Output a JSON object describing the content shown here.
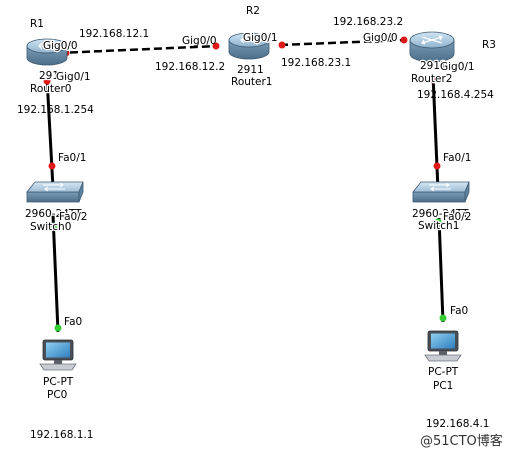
{
  "devices": {
    "router0": {
      "tag": "R1",
      "model": "2911",
      "name": "Router0",
      "port_left": "Gig0/0",
      "port_down": "Gig0/1"
    },
    "router1": {
      "tag": "R2",
      "model": "2911",
      "name": "Router1",
      "port_left": "Gig0/0",
      "port_right": "Gig0/1"
    },
    "router2": {
      "tag": "R3",
      "model": "2911",
      "name": "Router2",
      "port_left": "Gig0/0",
      "port_down": "Gig0/1"
    },
    "switch0": {
      "model": "2960-24TT",
      "name": "Switch0",
      "port_up": "Fa0/1",
      "port_down": "Fa0/2"
    },
    "switch1": {
      "model": "2960-24TT",
      "name": "Switch1",
      "port_up": "Fa0/1",
      "port_down": "Fa0/2"
    },
    "pc0": {
      "type": "PC-PT",
      "name": "PC0",
      "port": "Fa0",
      "ip": "192.168.1.1"
    },
    "pc1": {
      "type": "PC-PT",
      "name": "PC1",
      "port": "Fa0",
      "ip": "192.168.4.1"
    }
  },
  "addresses": {
    "r1_g00": "192.168.12.1",
    "r2_g00": "192.168.12.2",
    "r2_g01": "192.168.23.1",
    "r3_g00": "192.168.23.2",
    "r1_g01": "192.168.1.254",
    "r3_g01": "192.168.4.254"
  },
  "colors": {
    "highlight_ip": "#e0222a",
    "link_up": "#33cc33",
    "link_down": "#e01818"
  },
  "watermark": "@51CTO博客"
}
